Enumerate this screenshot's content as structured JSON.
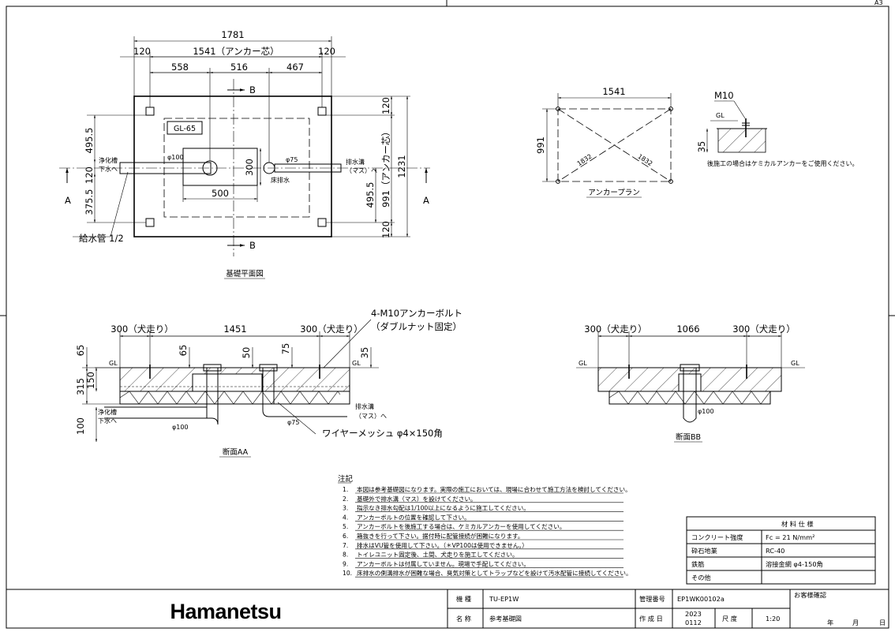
{
  "sheet": {
    "size_label": "A3"
  },
  "plan": {
    "dims": {
      "overall": "1781",
      "edge_left": "120",
      "anchor_center": "1541（アンカー芯）",
      "edge_right": "120",
      "seg1": "558",
      "seg2": "516",
      "seg3": "467",
      "pit_width": "500",
      "pit_height": "300",
      "r_top": "120",
      "r_bottom": "120",
      "r_anchor": "991（アンカー芯）",
      "r_total": "1231",
      "r_lower": "495.5",
      "l_upper": "495.5",
      "l_mid": "120",
      "l_lower": "375.5"
    },
    "gl_box": "GL-65",
    "labels": {
      "pipe_100": "φ100",
      "pipe_75": "φ75",
      "floor_drain": "床排水",
      "septic_l1": "浄化槽",
      "septic_l2": "下水へ",
      "drain_l1": "排水溝",
      "drain_l2": "（マス）へ",
      "water_pipe": "給水管 1/2",
      "section_a": "A",
      "section_b": "B"
    },
    "caption": "基礎平面図"
  },
  "anchor_plan": {
    "width": "1541",
    "height": "991",
    "diag1": "1832",
    "diag2": "1832",
    "caption": "アンカープラン"
  },
  "detail": {
    "bolt": "M10",
    "gl": "GL",
    "depth": "35",
    "note": "後施工の場合はケミカルアンカーをご使用ください。"
  },
  "section_aa": {
    "callout1": "4-M10アンカーボルト",
    "callout2": "（ダブルナット固定）",
    "dim_left": "300（犬走り）",
    "dim_mid": "1451",
    "dim_right": "300（犬走り）",
    "h65a": "65",
    "h65b": "65",
    "h50": "50",
    "h75": "75",
    "h35": "35",
    "h315": "315",
    "h150": "150",
    "h100": "100",
    "gl": "GL",
    "septic_l1": "浄化槽",
    "septic_l2": "下水へ",
    "drain_l1": "排水溝",
    "drain_l2": "（マス）へ",
    "pipe_100": "φ100",
    "pipe_75": "φ75",
    "mesh": "ワイヤーメッシュ φ4×150角",
    "caption": "断面AA"
  },
  "section_bb": {
    "dim_left": "300（犬走り）",
    "dim_mid": "1066",
    "dim_right": "300（犬走り）",
    "gl": "GL",
    "pipe_100": "φ100",
    "caption": "断面BB"
  },
  "notes": {
    "title": "注記",
    "items": [
      {
        "n": "1.",
        "t": "本図は参考基礎図になります。実際の施工においては、現場に合わせて施工方法を検討してください。"
      },
      {
        "n": "2.",
        "t": "基礎外で排水溝（マス）を設けてください。"
      },
      {
        "n": "3.",
        "t": "指示なき排水勾配は1/100以上になるように施工してください。"
      },
      {
        "n": "4.",
        "t": "アンカーボルトの位置を確認して下さい。"
      },
      {
        "n": "5.",
        "t": "アンカーボルトを後施工する場合は、ケミカルアンカーを使用してください。"
      },
      {
        "n": "6.",
        "t": "箱抜きを行って下さい。据付時に配管接続が困難になります。"
      },
      {
        "n": "7.",
        "t": "排水はVU管を使用して下さい。（＊VP100は使用できません。）"
      },
      {
        "n": "8.",
        "t": "トイレユニット固定後、土間、犬走りを施工してください。"
      },
      {
        "n": "9.",
        "t": "アンカーボルトは付属していません。現場で手配してください。"
      },
      {
        "n": "10.",
        "t": "床排水の側溝排水が困難な場合、臭気対策としてトラップなどを設けて汚水配管に接続してください。"
      }
    ]
  },
  "materials": {
    "title": "材 料 仕 様",
    "rows": [
      {
        "k": "コンクリート強度",
        "v": "Fc = 21 N/mm²"
      },
      {
        "k": "砕石地業",
        "v": "RC-40"
      },
      {
        "k": "鉄筋",
        "v": "溶接金網 φ4-150角"
      },
      {
        "k": "その他",
        "v": ""
      }
    ]
  },
  "title_block": {
    "logo": "Hamanetsu",
    "model_label": "機 種",
    "model_value": "TU-EP1W",
    "name_label": "名 称",
    "name_value": "参考基礎図",
    "mgmt_label": "管理番号",
    "mgmt_value": "EP1WK00102a",
    "date_label": "作 成 日",
    "date_year": "2023",
    "date_md": "0112",
    "scale_label": "尺 度",
    "scale_value": "1:20",
    "confirm_label": "お客様確認",
    "year": "年",
    "month": "月",
    "day": "日"
  }
}
